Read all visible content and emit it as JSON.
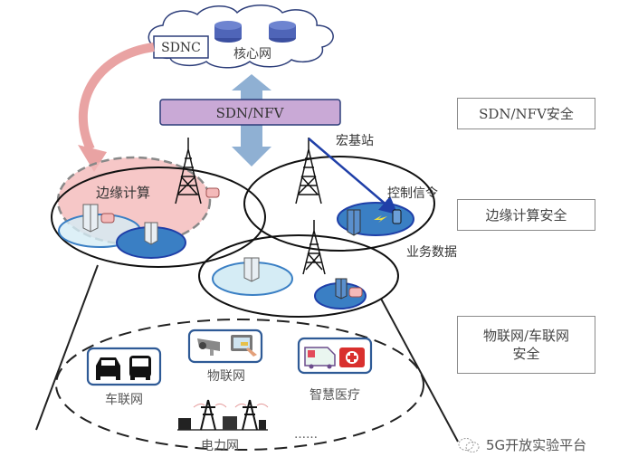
{
  "diagram": {
    "core": {
      "label": "核心网",
      "controller_label": "SDNC",
      "router_count": 2
    },
    "sdn_nfv_bar": {
      "label": "SDN/NFV",
      "color": "#c9a9d6"
    },
    "edge_computing": {
      "label": "边缘计算",
      "color": "#f4b9b9"
    },
    "macro_station": {
      "label": "宏基站"
    },
    "control_signal": {
      "label": "控制信令",
      "color": "#1f3fa8"
    },
    "business_data": {
      "label": "业务数据"
    },
    "iot_domain": {
      "items": [
        {
          "label": "车联网",
          "icons": [
            "car-icon",
            "bus-icon"
          ]
        },
        {
          "label": "物联网",
          "icons": [
            "camera-icon",
            "tablet-icon"
          ]
        },
        {
          "label": "智慧医疗",
          "icons": [
            "ambulance-icon",
            "first-aid-kit-icon"
          ]
        },
        {
          "label": "电力网",
          "icons": [
            "power-tower-icon",
            "power-tower-icon"
          ]
        }
      ],
      "ellipsis": "……"
    },
    "security_layers": [
      {
        "label": "SDN/NFV安全"
      },
      {
        "label": "边缘计算安全"
      },
      {
        "label": "物联网/车联网\n安全",
        "line1": "物联网/车联网",
        "line2": "安全"
      }
    ],
    "colors": {
      "arrow_blue": "#8fb0d3",
      "cell_light": "#d5ecf5",
      "cell_dark": "#3a7fc4",
      "cell_border": "#2f6fc0",
      "pink_arrow": "#e9a3a3",
      "icon_frame": "#2e5a96"
    }
  },
  "watermark": {
    "label": "5G开放实验平台"
  }
}
